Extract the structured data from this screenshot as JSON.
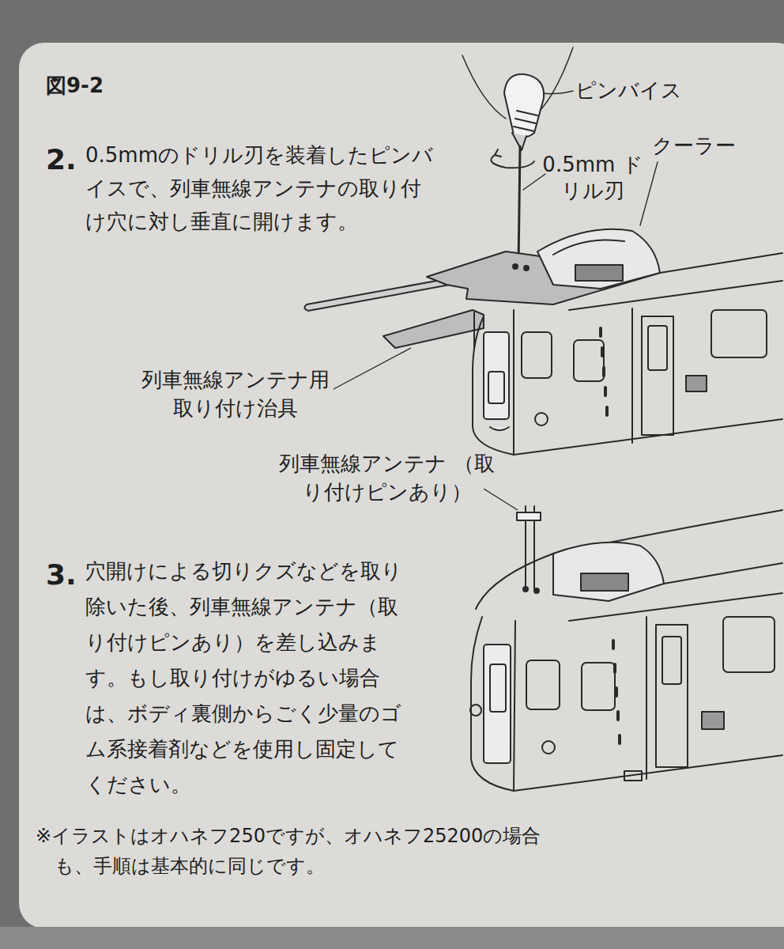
{
  "diagram": {
    "title": "図9-2",
    "labels": [
      "2.",
      "0.5mmのドリル刃を装着したピンバイスで、列車無線アンテナの取り付け穴に対し垂直に開けます。",
      "ピンバイス",
      "0.5mm ドリル刃",
      "クーラー",
      "列車無線アンテナ用 取り付け治具",
      "列車無線アンテナ （取り付けピンあり）",
      "3.",
      "穴開けによる切りクズなどを取り除いた後、列車無線アンテナ（取り付けピンあり）を差し込みます。もし取り付けがゆるい場合は、ボディ裏側からごく少量のゴム系接着剤などを使用し固定してください。",
      "※イラストはオハネフ250ですが、オハネフ25200の場合も、手順は基本的に同じです。"
    ]
  }
}
